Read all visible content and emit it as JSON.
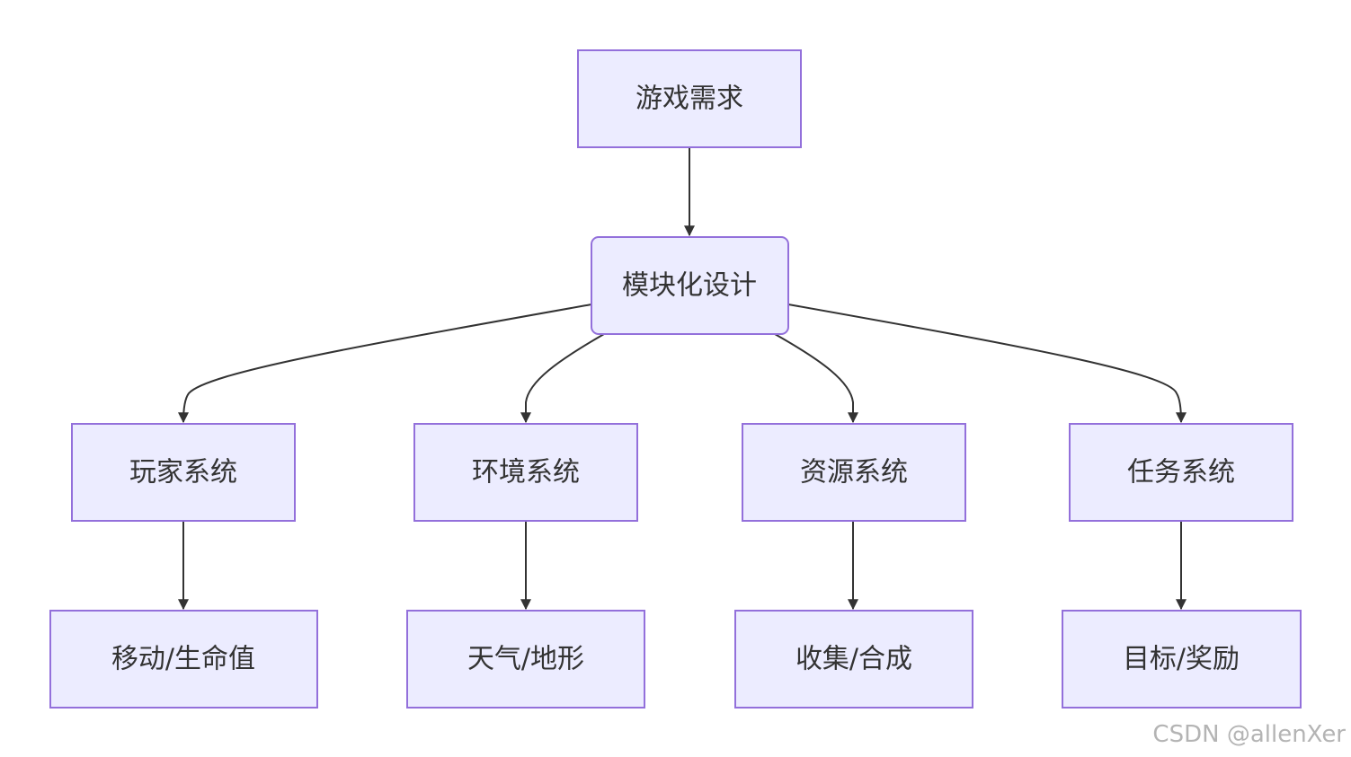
{
  "nodes": {
    "root": {
      "label": "游戏需求"
    },
    "module": {
      "label": "模块化设计"
    },
    "player": {
      "label": "玩家系统"
    },
    "environment": {
      "label": "环境系统"
    },
    "resource": {
      "label": "资源系统"
    },
    "task": {
      "label": "任务系统"
    },
    "player_detail": {
      "label": "移动/生命值"
    },
    "environment_detail": {
      "label": "天气/地形"
    },
    "resource_detail": {
      "label": "收集/合成"
    },
    "task_detail": {
      "label": "目标/奖励"
    }
  },
  "edges": [
    {
      "from": "root",
      "to": "module"
    },
    {
      "from": "module",
      "to": "player"
    },
    {
      "from": "module",
      "to": "environment"
    },
    {
      "from": "module",
      "to": "resource"
    },
    {
      "from": "module",
      "to": "task"
    },
    {
      "from": "player",
      "to": "player_detail"
    },
    {
      "from": "environment",
      "to": "environment_detail"
    },
    {
      "from": "resource",
      "to": "resource_detail"
    },
    {
      "from": "task",
      "to": "task_detail"
    }
  ],
  "watermark": "CSDN @allenXer",
  "colors": {
    "node_fill": "#ececff",
    "node_stroke": "#9370db",
    "edge": "#333333",
    "text": "#333333",
    "watermark": "#b4b4b4"
  }
}
